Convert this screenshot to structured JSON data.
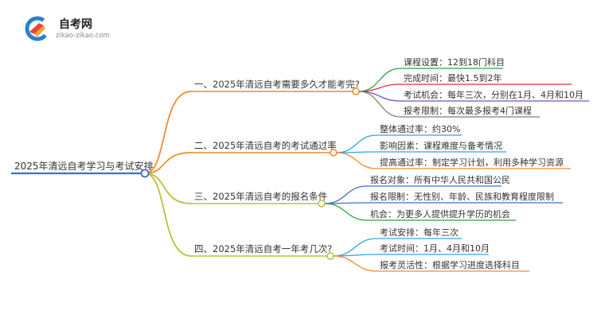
{
  "logo": {
    "title": "自考网",
    "url": "zikao-zikao.com"
  },
  "mindmap": {
    "root": "2025年清远自考学习与考试安排",
    "branches": [
      {
        "label": "一、2025年清远自考需要多久才能考完?",
        "color": "#f28a2e",
        "children": [
          {
            "label": "课程设置：12到18门科目",
            "color": "#2f9e44"
          },
          {
            "label": "完成时间：最快1.5到2年",
            "color": "#e03131"
          },
          {
            "label": "考试机会：每年三次，分别在1月、4月和10月",
            "color": "#7b4fb8"
          },
          {
            "label": "报考限制：每次最多报考4门课程",
            "color": "#7d7d7d"
          }
        ]
      },
      {
        "label": "二、2025年清远自考的考试通过率",
        "color": "#f28a2e",
        "children": [
          {
            "label": "整体通过率：约30%",
            "color": "#2aa9d6"
          },
          {
            "label": "影响因素：课程难度与备考情况",
            "color": "#2aa9d6"
          },
          {
            "label": "提高通过率：制定学习计划，利用多种学习资源",
            "color": "#f28a2e"
          }
        ]
      },
      {
        "label": "三、2025年清远自考的报名条件",
        "color": "#b7c23a",
        "children": [
          {
            "label": "报名对象：所有中华人民共和国公民",
            "color": "#3b6fd4"
          },
          {
            "label": "报名限制：无性别、年龄、民族和教育程度限制",
            "color": "#3b6fd4"
          },
          {
            "label": "机会：为更多人提供提升学历的机会",
            "color": "#2f9e44"
          }
        ]
      },
      {
        "label": "四、2025年清远自考一年考几次?",
        "color": "#b7c23a",
        "children": [
          {
            "label": "考试安排：每年三次",
            "color": "#2aa9d6"
          },
          {
            "label": "考试时间：1月、4月和10月",
            "color": "#2aa9d6"
          },
          {
            "label": "报考灵活性：根据学习进度选择科目",
            "color": "#f28a2e"
          }
        ]
      }
    ]
  }
}
